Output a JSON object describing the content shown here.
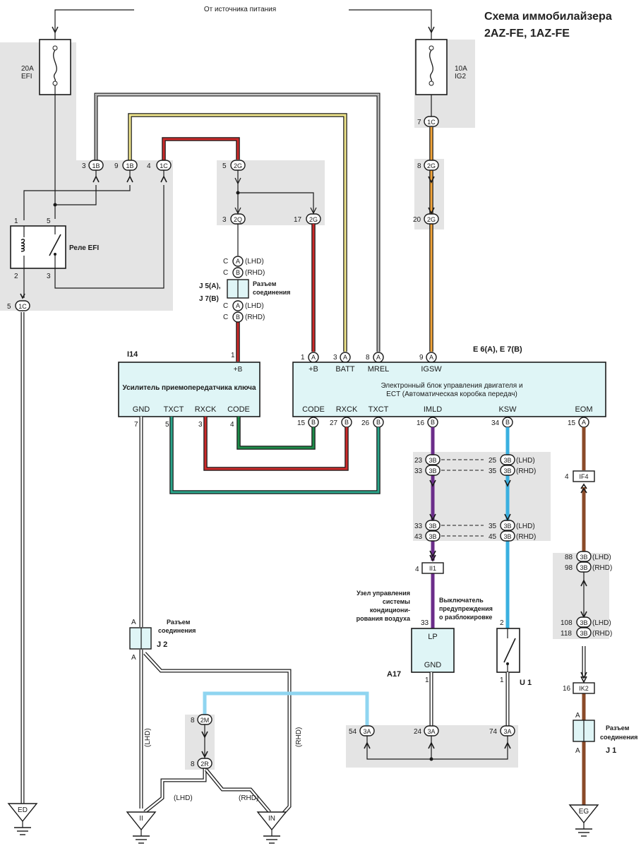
{
  "title": {
    "line1": "Схема иммобилайзера",
    "line2": "2AZ-FE, 1AZ-FE"
  },
  "power_source": "От источника питания",
  "fuses": {
    "efi": {
      "rating": "20A",
      "name": "EFI"
    },
    "ig2": {
      "rating": "10A",
      "name": "IG2"
    }
  },
  "relay": {
    "label": "Реле EFI",
    "pins": [
      "1",
      "2",
      "3",
      "5"
    ]
  },
  "junction_j5j7": {
    "label1": "J 5(A),",
    "label2": "J 7(B)",
    "caption1": "Разъем",
    "caption2": "соединения"
  },
  "junction_j2": {
    "name": "J 2",
    "caption1": "Разъем",
    "caption2": "соединения",
    "pin": "A"
  },
  "junction_j1": {
    "name": "J 1",
    "caption1": "Разъем",
    "caption2": "соединения",
    "pin": "A"
  },
  "connectors": {
    "c1B_3": {
      "pin": "3",
      "id": "1B"
    },
    "c1B_9": {
      "pin": "9",
      "id": "1B"
    },
    "c1C_4": {
      "pin": "4",
      "id": "1C"
    },
    "c1C_5": {
      "pin": "5",
      "id": "1C"
    },
    "c1C_7": {
      "pin": "7",
      "id": "1C"
    },
    "c2G_5": {
      "pin": "5",
      "id": "2G"
    },
    "c2Q_3": {
      "pin": "3",
      "id": "2Q"
    },
    "c2G_17": {
      "pin": "17",
      "id": "2G"
    },
    "c2G_8": {
      "pin": "8",
      "id": "2G"
    },
    "c2G_20": {
      "pin": "20",
      "id": "2G"
    },
    "cA1": {
      "pin": "C",
      "id": "A",
      "variant": "(LHD)"
    },
    "cB1": {
      "pin": "C",
      "id": "B",
      "variant": "(RHD)"
    },
    "cA2": {
      "pin": "C",
      "id": "A",
      "variant": "(LHD)"
    },
    "cB2": {
      "pin": "C",
      "id": "B",
      "variant": "(RHD)"
    }
  },
  "amplifier": {
    "ref": "I14",
    "name": "Усилитель приемопередатчика ключа",
    "top_pin": {
      "num": "1",
      "label": "+B"
    },
    "pins": [
      {
        "num": "7",
        "label": "GND"
      },
      {
        "num": "5",
        "label": "TXCT"
      },
      {
        "num": "3",
        "label": "RXCK"
      },
      {
        "num": "4",
        "label": "CODE"
      }
    ]
  },
  "ecu": {
    "ref": "E 6(A), E 7(B)",
    "name1": "Электронный блок управления двигателя и",
    "name2": "ECT (Автоматическая коробка передач)",
    "top_pins": [
      {
        "num": "1",
        "conn": "A",
        "label": "+B"
      },
      {
        "num": "3",
        "conn": "A",
        "label": "BATT"
      },
      {
        "num": "8",
        "conn": "A",
        "label": "MREL"
      },
      {
        "num": "9",
        "conn": "A",
        "label": "IGSW"
      }
    ],
    "bottom_pins": [
      {
        "num": "15",
        "conn": "B",
        "label": "CODE"
      },
      {
        "num": "27",
        "conn": "B",
        "label": "RXCK"
      },
      {
        "num": "26",
        "conn": "B",
        "label": "TXCT"
      },
      {
        "num": "16",
        "conn": "B",
        "label": "IMLD"
      },
      {
        "num": "34",
        "conn": "B",
        "label": "KSW"
      },
      {
        "num": "15",
        "conn": "A",
        "label": "EOM"
      }
    ]
  },
  "harness_3B": {
    "r1": {
      "left_pin": "23",
      "right_pin": "25",
      "variant": "(LHD)"
    },
    "r2": {
      "left_pin": "33",
      "right_pin": "35",
      "variant": "(RHD)"
    },
    "r3": {
      "left_pin": "33",
      "right_pin": "35",
      "variant": "(LHD)"
    },
    "r4": {
      "left_pin": "43",
      "right_pin": "45",
      "variant": "(RHD)"
    },
    "id": "3B"
  },
  "eom_chain": {
    "if4": {
      "pin": "4",
      "id": "IF4"
    },
    "r1": {
      "pin": "88",
      "id": "3B",
      "variant": "(LHD)"
    },
    "r2": {
      "pin": "98",
      "id": "3B",
      "variant": "(RHD)"
    },
    "r3": {
      "pin": "108",
      "id": "3B",
      "variant": "(LHD)"
    },
    "r4": {
      "pin": "118",
      "id": "3B",
      "variant": "(RHD)"
    },
    "ik2": {
      "pin": "16",
      "id": "IK2"
    }
  },
  "ii1": {
    "pin": "4",
    "id": "II1"
  },
  "ac_unit": {
    "caption": [
      "Узел управления",
      "системы",
      "кондициони-",
      "рования воздуха"
    ],
    "ref": "A17",
    "pin_top": "33",
    "label_top": "LP",
    "label_bottom": "GND",
    "pin_bottom": "1"
  },
  "switch_u1": {
    "caption": [
      "Выключатель",
      "предупреждения",
      "о разблокировке"
    ],
    "ref": "U 1",
    "pin_top": "2",
    "pin_bottom": "1"
  },
  "conn_3A": [
    {
      "pin": "54",
      "id": "3A"
    },
    {
      "pin": "24",
      "id": "3A"
    },
    {
      "pin": "74",
      "id": "3A"
    }
  ],
  "conn_2M": {
    "pin": "8",
    "id": "2M"
  },
  "conn_2R": {
    "pin": "8",
    "id": "2R"
  },
  "wire_labels": {
    "lhd": "(LHD)",
    "rhd": "(RHD)"
  },
  "grounds": {
    "ed": "ED",
    "ii": "II",
    "in": "IN",
    "eg": "EG"
  },
  "colors": {
    "black": "#1a1a1a",
    "yellow": "#f0e68c",
    "red": "#cc2a2a",
    "orange": "#f4a53a",
    "green": "#1e8c4a",
    "teal": "#2aa58a",
    "purple": "#6b2d8a",
    "cyan": "#3ab0e0",
    "brown": "#8a4a28",
    "shade": "#e4e4e4",
    "box": "#dff5f6"
  }
}
